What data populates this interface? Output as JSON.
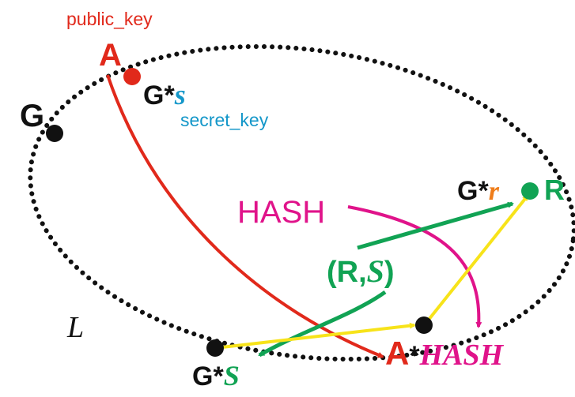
{
  "colors": {
    "black": "#111111",
    "red": "#e1291b",
    "cyan": "#1497c9",
    "green": "#11a354",
    "magenta": "#e0138a",
    "yellow": "#f7e31a",
    "orange": "#ef7d1a"
  },
  "labels": {
    "public_key": "public_key",
    "A": "A",
    "G": "G",
    "Gs_base": "G*",
    "Gs_exp": "s",
    "secret_key": "secret_key",
    "Gr_base": "G*",
    "Gr_exp": "r",
    "R": "R",
    "HASH": "HASH",
    "RS_open": "(R,",
    "RS_S": "S",
    "RS_close": ")",
    "curve_name": "L",
    "GS_base": "G*",
    "GS_exp": "S",
    "AH_base": "A",
    "AH_star": "*",
    "AH_exp": "HASH"
  }
}
